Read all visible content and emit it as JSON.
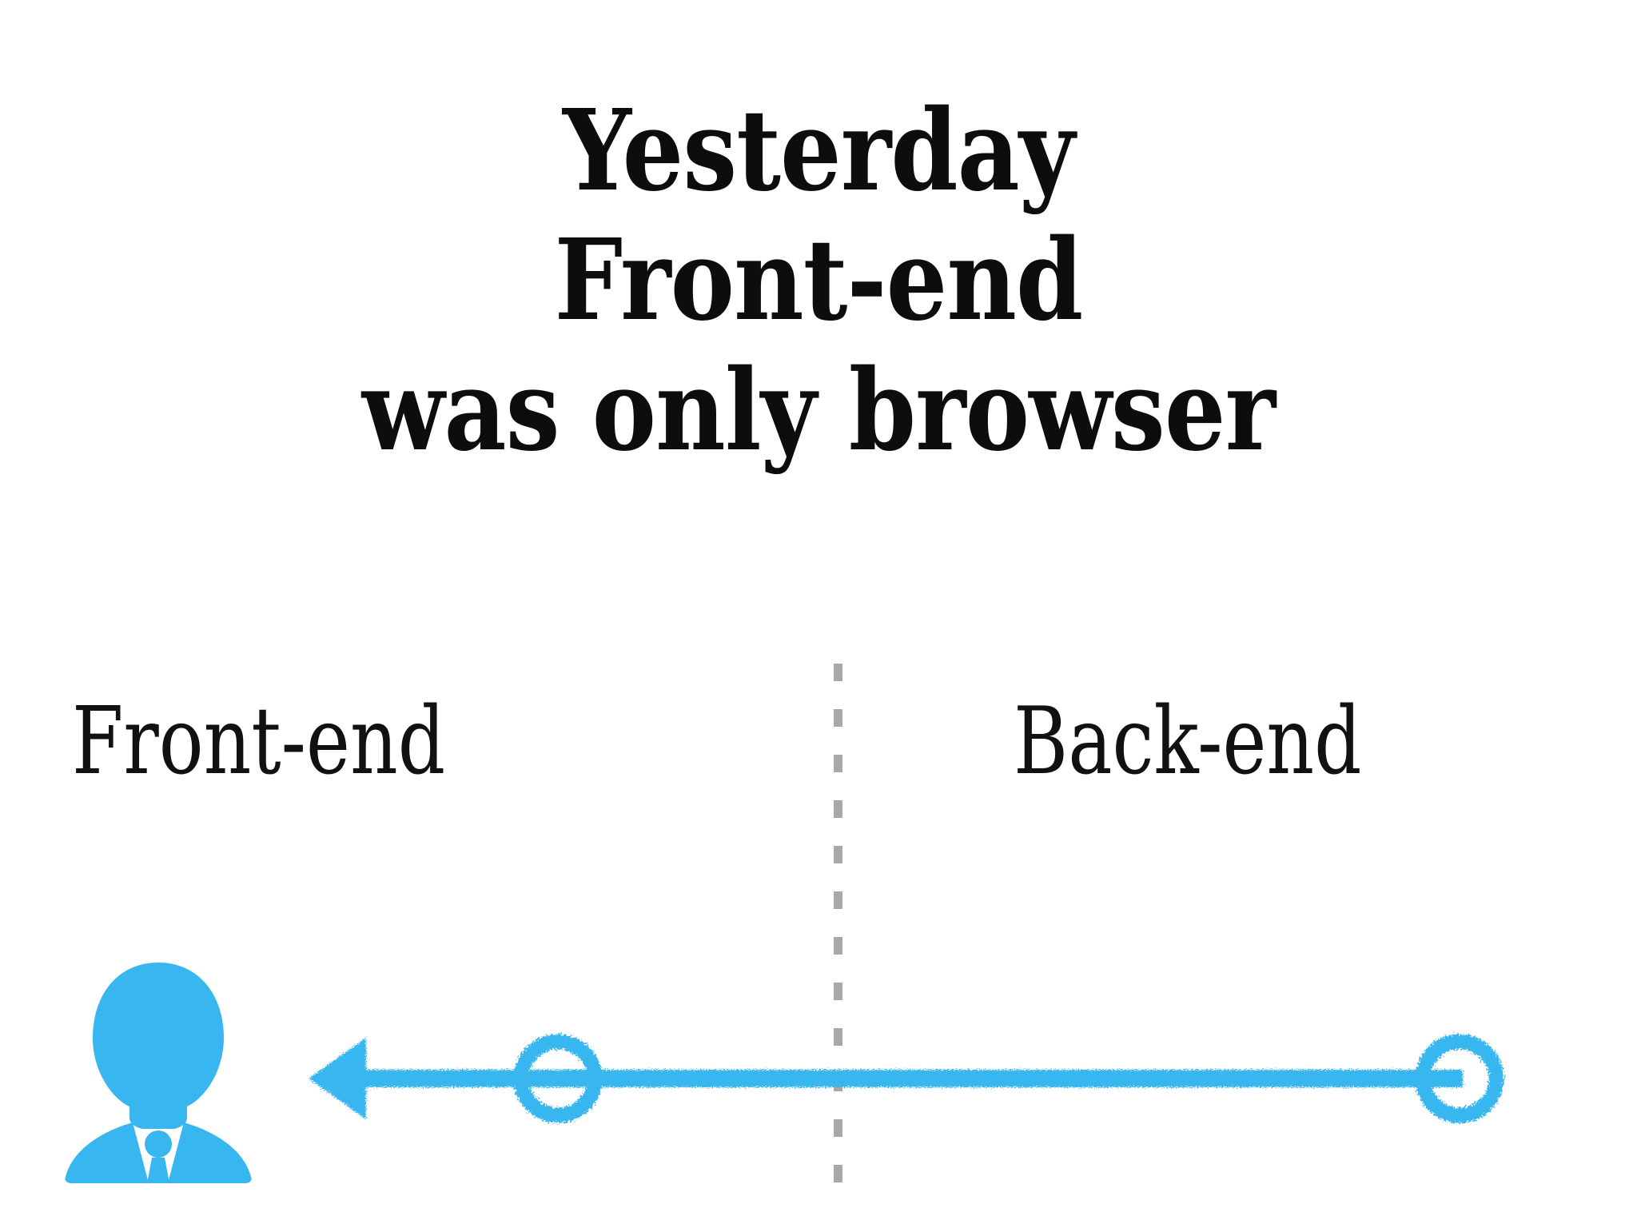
{
  "slide": {
    "background_color": "#ffffff",
    "accent_color": "#38b6f0",
    "text_color": "#0d0d0d",
    "divider_color": "#a8a8a8"
  },
  "title": {
    "line1": "Yesterday",
    "line2": "Front-end",
    "line3": "was only browser"
  },
  "sections": {
    "left_label": "Front-end",
    "right_label": "Back-end"
  },
  "diagram": {
    "user_icon_name": "businessperson-avatar-icon",
    "arrow_direction": "left",
    "node_left_label": "",
    "node_right_label": "",
    "divider_style": "dashed-vertical"
  }
}
